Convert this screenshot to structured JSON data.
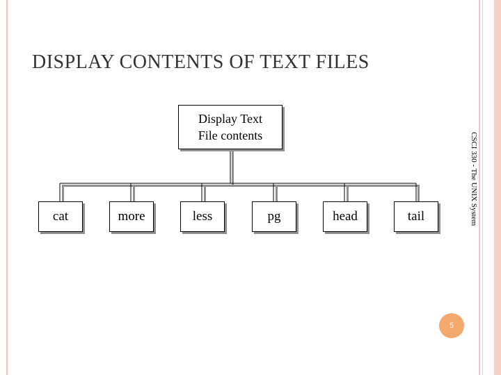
{
  "slide": {
    "title": "DISPLAY CONTENTS OF TEXT FILES",
    "side_caption": "CSCI 330 - The UNIX System",
    "page_number": "5"
  },
  "diagram": {
    "root": {
      "line1": "Display Text",
      "line2": "File contents"
    },
    "leaves": [
      "cat",
      "more",
      "less",
      "pg",
      "head",
      "tail"
    ]
  },
  "colors": {
    "frame": "#f4c7b8",
    "badge": "#f3a86c",
    "title_text": "#333333"
  }
}
